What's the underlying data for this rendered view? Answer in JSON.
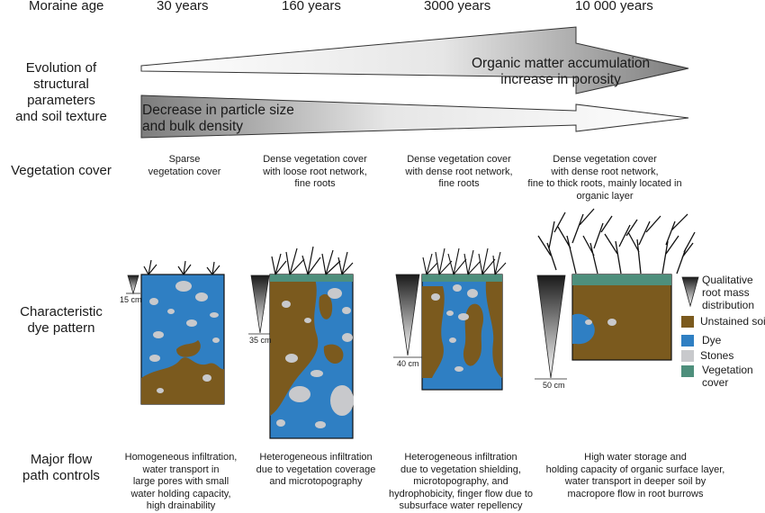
{
  "header": {
    "moraine_label": "Moraine age",
    "ages": [
      "30 years",
      "160 years",
      "3000 years",
      "10 000 years"
    ]
  },
  "rows": {
    "evolution": "Evolution of\nstructural parameters\nand soil texture",
    "vegetation": "Vegetation cover",
    "dye": "Characteristic\ndye pattern",
    "flow": "Major flow\npath controls"
  },
  "arrows": {
    "top": "Organic matter accumulation\nincrease in porosity",
    "bottom": "Decrease in particle size\nand bulk density"
  },
  "vegetation_cover": [
    "Sparse\nvegetation cover",
    "Dense vegetation cover\nwith loose root network,\nfine roots",
    "Dense vegetation cover\nwith dense root network,\nfine roots",
    "Dense vegetation cover\nwith dense root network,\nfine to thick roots, mainly located in\norganic layer"
  ],
  "depths": [
    "15 cm",
    "35 cm",
    "40 cm",
    "50 cm"
  ],
  "legend": {
    "root_mass": "Qualitative\nroot mass\ndistribution",
    "items": [
      {
        "label": "Unstained soil",
        "color": "#7b5a1e"
      },
      {
        "label": "Dye",
        "color": "#2f7fc3"
      },
      {
        "label": "Stones",
        "color": "#c8c9cc"
      },
      {
        "label": "Vegetation\ncover",
        "color": "#4e8f7c"
      }
    ]
  },
  "flow_controls": [
    "Homogeneous infiltration,\nwater transport in\nlarge pores with small\nwater holding capacity,\nhigh drainability",
    "Heterogeneous infiltration\ndue to vegetation coverage\nand microtopography",
    "Heterogeneous infiltration\ndue to vegetation shielding,\nmicrotopography, and\nhydrophobicity, finger flow due to\nsubsurface water repellency",
    "High water storage and\nholding capacity of organic surface layer,\nwater transport in deeper soil by\nmacropore flow in root burrows"
  ]
}
